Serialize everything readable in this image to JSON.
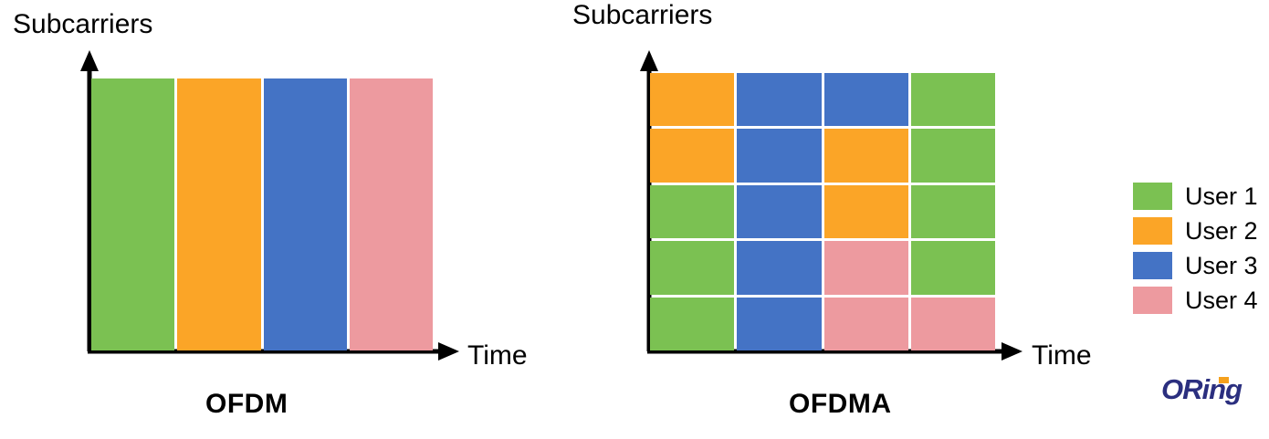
{
  "colors": {
    "user1_green": "#7BC152",
    "user2_orange": "#FBA527",
    "user3_blue": "#4473C5",
    "user4_pink": "#ED9A9F",
    "axis_black": "#000000",
    "background": "#FFFFFF",
    "logo_navy": "#2B2F7F",
    "logo_orange": "#F5A11D"
  },
  "ofdm": {
    "y_axis_label": "Subcarriers",
    "x_axis_label": "Time",
    "caption": "OFDM"
  },
  "ofdma": {
    "y_axis_label": "Subcarriers",
    "x_axis_label": "Time",
    "caption": "OFDMA"
  },
  "legend": {
    "items": [
      {
        "label": "User 1",
        "color": "#7BC152"
      },
      {
        "label": "User 2",
        "color": "#FBA527"
      },
      {
        "label": "User 3",
        "color": "#4473C5"
      },
      {
        "label": "User 4",
        "color": "#ED9A9F"
      }
    ]
  },
  "logo": {
    "text": "ORing"
  },
  "chart_data": [
    {
      "type": "heatmap",
      "name": "OFDM",
      "title": "OFDM",
      "xlabel": "Time",
      "ylabel": "Subcarriers",
      "grid": false,
      "description": "Four full-height time slots, each exclusively allocated to one user in sequence.",
      "columns": 4,
      "rows": 1,
      "cells": [
        [
          "User 1",
          "User 2",
          "User 3",
          "User 4"
        ]
      ],
      "cell_colors": [
        [
          "#7BC152",
          "#FBA527",
          "#4473C5",
          "#ED9A9F"
        ]
      ]
    },
    {
      "type": "heatmap",
      "name": "OFDMA",
      "title": "OFDMA",
      "xlabel": "Time",
      "ylabel": "Subcarriers",
      "grid": false,
      "description": "Resource grid of 5 subcarrier groups by 4 time slots, with users multiplexed across both time and frequency.",
      "columns": 4,
      "rows": 5,
      "cells": [
        [
          "User 2",
          "User 3",
          "User 3",
          "User 1"
        ],
        [
          "User 2",
          "User 3",
          "User 2",
          "User 1"
        ],
        [
          "User 1",
          "User 3",
          "User 2",
          "User 1"
        ],
        [
          "User 1",
          "User 3",
          "User 4",
          "User 1"
        ],
        [
          "User 1",
          "User 3",
          "User 4",
          "User 4"
        ]
      ],
      "cell_colors": [
        [
          "#FBA527",
          "#4473C5",
          "#4473C5",
          "#7BC152"
        ],
        [
          "#FBA527",
          "#4473C5",
          "#FBA527",
          "#7BC152"
        ],
        [
          "#7BC152",
          "#4473C5",
          "#FBA527",
          "#7BC152"
        ],
        [
          "#7BC152",
          "#4473C5",
          "#ED9A9F",
          "#7BC152"
        ],
        [
          "#7BC152",
          "#4473C5",
          "#ED9A9F",
          "#ED9A9F"
        ]
      ]
    }
  ]
}
